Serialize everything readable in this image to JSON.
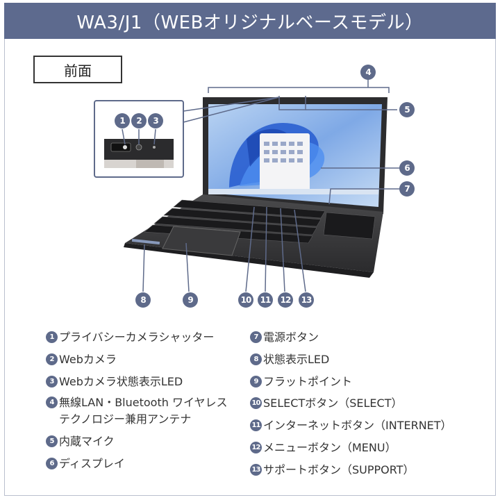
{
  "title": "WA3/J1（WEBオリジナルベースモデル）",
  "view_label": "前面",
  "callouts": [
    "1",
    "2",
    "3",
    "4",
    "5",
    "6",
    "7",
    "8",
    "9",
    "10",
    "11",
    "12",
    "13"
  ],
  "legend": {
    "left": [
      {
        "num": "1",
        "text": "プライバシーカメラシャッター"
      },
      {
        "num": "2",
        "text": "Webカメラ"
      },
      {
        "num": "3",
        "text": "Webカメラ状態表示LED"
      },
      {
        "num": "4",
        "text": "無線LAN・Bluetooth ワイヤレス",
        "text2": "テクノロジー兼用アンテナ"
      },
      {
        "num": "5",
        "text": "内蔵マイク"
      },
      {
        "num": "6",
        "text": "ディスプレイ"
      }
    ],
    "right": [
      {
        "num": "7",
        "text": "電源ボタン"
      },
      {
        "num": "8",
        "text": "状態表示LED"
      },
      {
        "num": "9",
        "text": "フラットポイント"
      },
      {
        "num": "10",
        "text": "SELECTボタン（SELECT）"
      },
      {
        "num": "11",
        "text": "インターネットボタン（INTERNET）"
      },
      {
        "num": "12",
        "text": "メニューボタン（MENU）"
      },
      {
        "num": "13",
        "text": "サポートボタン（SUPPORT）"
      }
    ]
  },
  "colors": {
    "accent": "#5d6a8e",
    "badge": "#5e6a8a",
    "wallpaper": "#3a6fd8"
  },
  "icons": [
    "laptop-illustration",
    "camera-zoom-inset"
  ]
}
